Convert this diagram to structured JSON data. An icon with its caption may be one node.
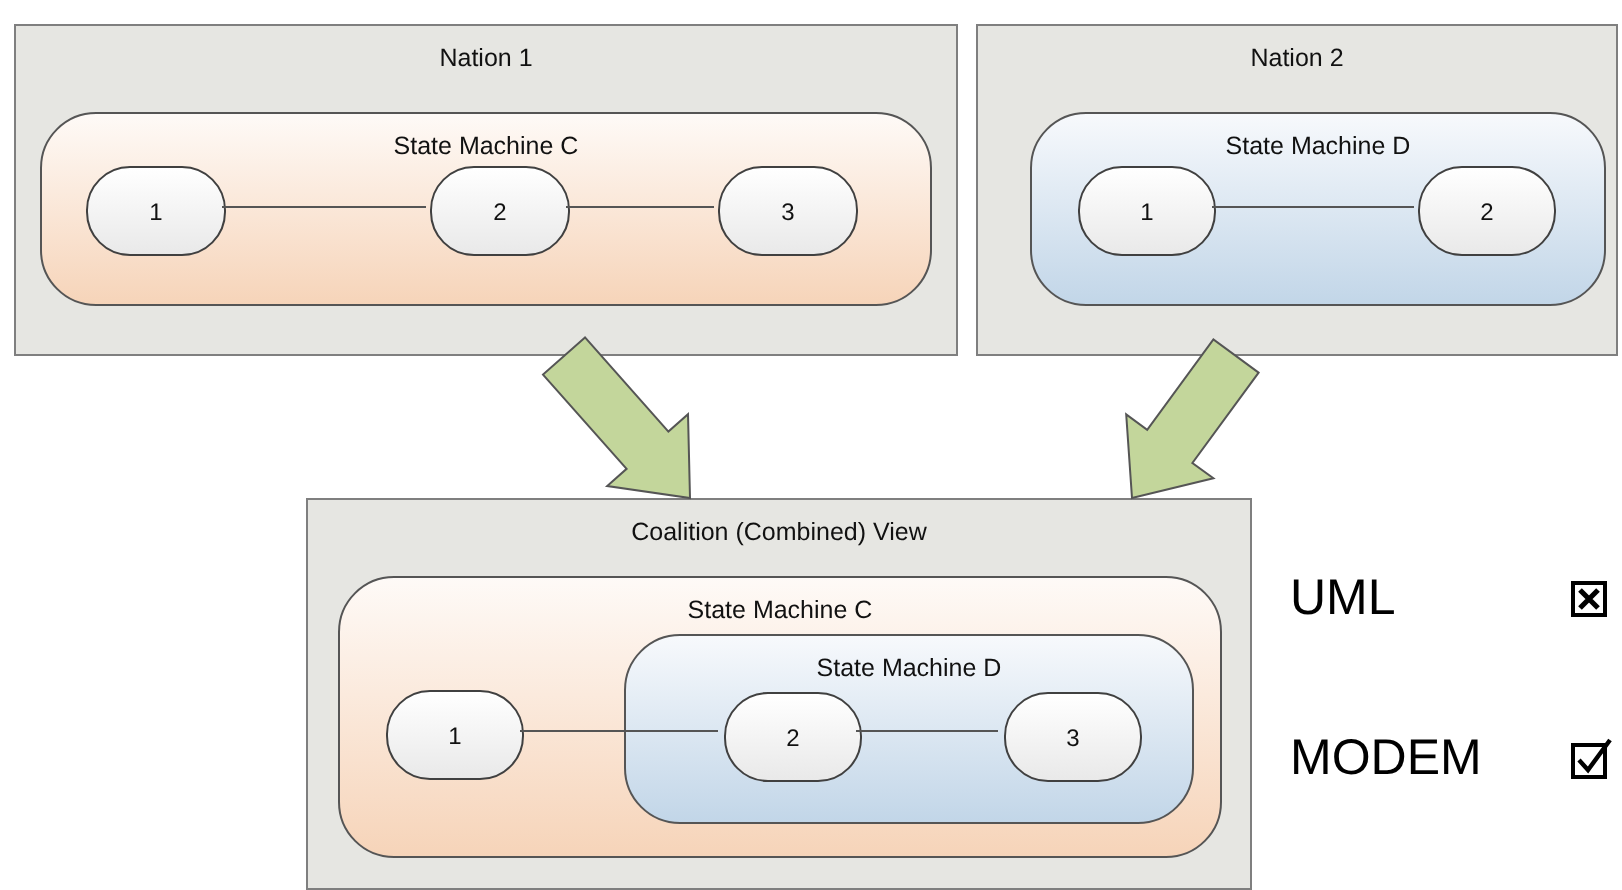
{
  "diagram": {
    "nodes": [
      {
        "text": [
          "Nation 1"
        ]
      },
      {
        "text": [
          "State Machine C"
        ],
        "in": 0
      },
      {
        "text": [
          "1"
        ],
        "in": 1
      },
      {
        "text": [
          "2"
        ],
        "in": 1
      },
      {
        "text": [
          "3"
        ],
        "in": 1
      },
      {
        "text": [
          "Nation 2"
        ]
      },
      {
        "text": [
          "State Machine D"
        ],
        "in": 5
      },
      {
        "text": [
          "1"
        ],
        "in": 6
      },
      {
        "text": [
          "2"
        ],
        "in": 6
      },
      {
        "text": [
          "Coalition (Combined) View"
        ]
      },
      {
        "text": [
          "State Machine C"
        ],
        "in": 9
      },
      {
        "text": [
          "1"
        ],
        "in": 10
      },
      {
        "text": [
          "State Machine D"
        ],
        "in": 10
      },
      {
        "text": [
          "2"
        ],
        "in": 12
      },
      {
        "text": [
          "3"
        ],
        "in": 12
      }
    ],
    "edges": [
      {
        "from": 2,
        "to": 3,
        "arrow": "none"
      },
      {
        "from": 3,
        "to": 4,
        "arrow": "none"
      },
      {
        "from": 7,
        "to": 8,
        "arrow": "none"
      },
      {
        "from": 11,
        "to": 13,
        "arrow": "none"
      },
      {
        "from": 13,
        "to": 14,
        "arrow": "none"
      },
      {
        "from": 0,
        "to": 9,
        "arrow": "to",
        "style": "thick",
        "color": "#c3d69b"
      },
      {
        "from": 5,
        "to": 9,
        "arrow": "to",
        "style": "thick",
        "color": "#c3d69b"
      }
    ],
    "labels": [
      "UML",
      "MODEM"
    ]
  }
}
